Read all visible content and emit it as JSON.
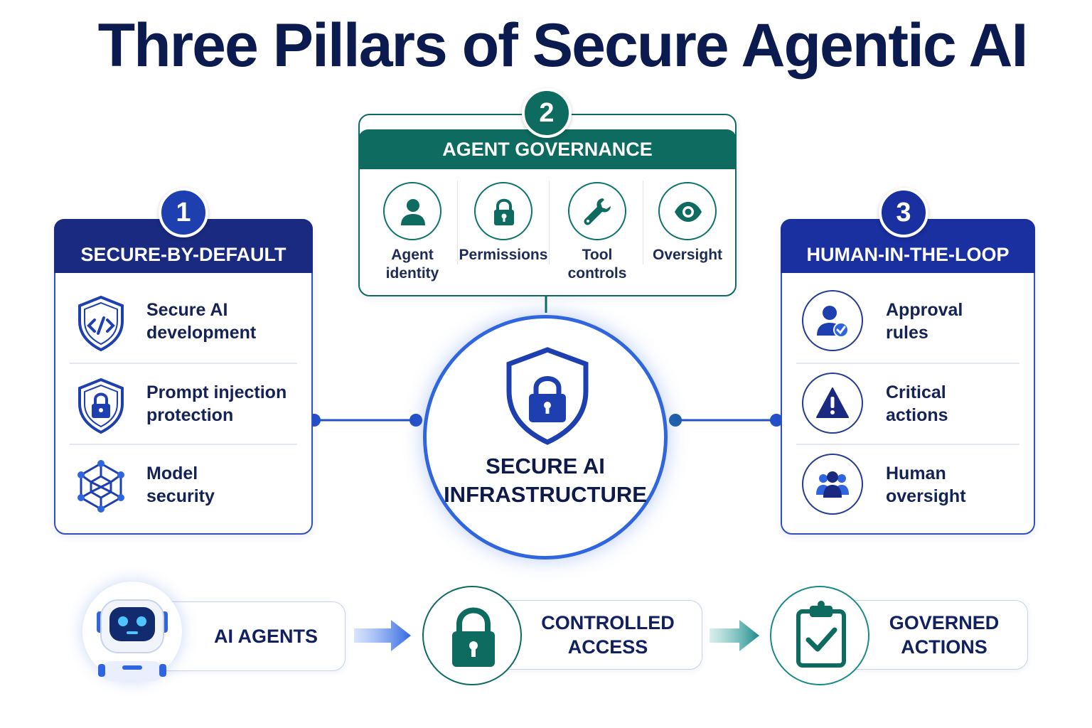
{
  "title": "Three Pillars of Secure Agentic AI",
  "colors": {
    "navy": "#1a2a80",
    "blue": "#2f66e0",
    "teal": "#0d6b5f",
    "text": "#0f1b4d"
  },
  "pillars": [
    {
      "number": "1",
      "heading": "SECURE-BY-DEFAULT",
      "items": [
        {
          "icon": "code-shield-icon",
          "label": "Secure AI\ndevelopment"
        },
        {
          "icon": "lock-shield-icon",
          "label": "Prompt injection\nprotection"
        },
        {
          "icon": "network-cube-icon",
          "label": "Model\nsecurity"
        }
      ]
    },
    {
      "number": "2",
      "heading": "AGENT GOVERNANCE",
      "items": [
        {
          "icon": "user-icon",
          "label": "Agent\nidentity"
        },
        {
          "icon": "lock-icon",
          "label": "Permissions"
        },
        {
          "icon": "wrench-icon",
          "label": "Tool\ncontrols"
        },
        {
          "icon": "eye-icon",
          "label": "Oversight"
        }
      ]
    },
    {
      "number": "3",
      "heading": "HUMAN-IN-THE-LOOP",
      "items": [
        {
          "icon": "user-check-icon",
          "label": "Approval\nrules"
        },
        {
          "icon": "warning-icon",
          "label": "Critical\nactions"
        },
        {
          "icon": "group-icon",
          "label": "Human\noversight"
        }
      ]
    }
  ],
  "center": {
    "icon": "shield-lock-icon",
    "label": "SECURE AI\nINFRASTRUCTURE"
  },
  "flow": [
    {
      "icon": "robot-icon",
      "label": "AI AGENTS"
    },
    {
      "icon": "padlock-icon",
      "label": "CONTROLLED\nACCESS"
    },
    {
      "icon": "clipboard-check-icon",
      "label": "GOVERNED\nACTIONS"
    }
  ]
}
